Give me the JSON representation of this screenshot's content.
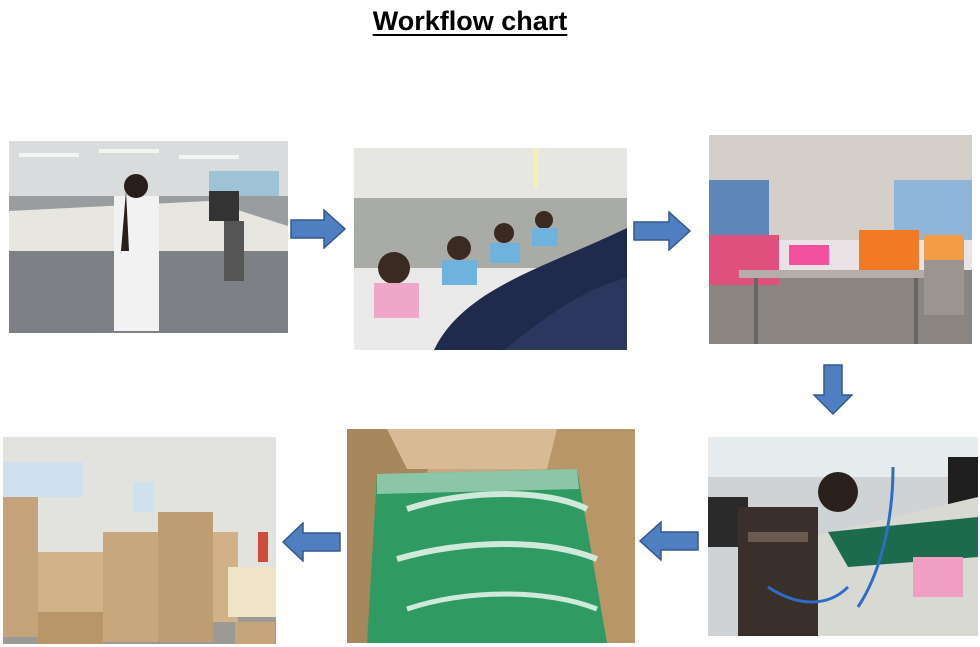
{
  "title": "Workflow chart",
  "colors": {
    "arrow_fill": "#4f7fc0",
    "arrow_stroke": "#35598c"
  },
  "steps": [
    {
      "order": 1,
      "icon": "cutting-machine-photo"
    },
    {
      "order": 2,
      "icon": "sewing-line-photo"
    },
    {
      "order": 3,
      "icon": "trimming-table-photo"
    },
    {
      "order": 4,
      "icon": "ironing-station-photo"
    },
    {
      "order": 5,
      "icon": "packed-carton-photo"
    },
    {
      "order": 6,
      "icon": "warehouse-cartons-photo"
    }
  ],
  "flow": [
    {
      "from": 1,
      "to": 2,
      "direction": "right"
    },
    {
      "from": 2,
      "to": 3,
      "direction": "right"
    },
    {
      "from": 3,
      "to": 4,
      "direction": "down"
    },
    {
      "from": 4,
      "to": 5,
      "direction": "left"
    },
    {
      "from": 5,
      "to": 6,
      "direction": "left"
    }
  ]
}
